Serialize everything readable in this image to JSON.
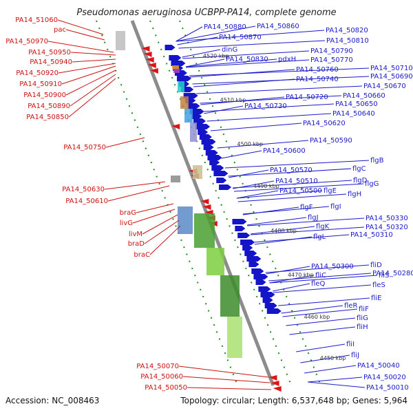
{
  "title": "Pseudomonas aeruginosa UCBPP-PA14, complete genome",
  "footer": {
    "accession": "Accession: NC_008463",
    "summary": "Topology: circular; Length: 6,537,648 bp; Genes: 5,964"
  },
  "colors": {
    "backbone": "#8c8c8c",
    "forward_strand": "#1414c8",
    "reverse_strand": "#e01414",
    "dotted_track": "#1a8a1a",
    "forward_label": "#1a1acc",
    "reverse_label": "#cc1111"
  },
  "kbp_labels": [
    "4520 kbp",
    "4510 kbp",
    "4500 kbp",
    "4490 kbp",
    "4480 kbp",
    "4470 kbp",
    "4460 kbp",
    "4450 kbp"
  ],
  "reverse_labels": [
    "PA14_51060",
    "pac",
    "PA14_50970",
    "PA14_50950",
    "PA14_50940",
    "PA14_50920",
    "PA14_50910",
    "PA14_50900",
    "PA14_50890",
    "PA14_50850",
    "PA14_50750",
    "PA14_50630",
    "PA14_50610",
    "braG",
    "livG",
    "livM",
    "braD",
    "braC",
    "PA14_50070",
    "PA14_50060",
    "PA14_50050"
  ],
  "forward_labels": [
    "PA14_50880",
    "PA14_50860",
    "PA14_50870",
    "PA14_50820",
    "PA14_50810",
    "dinG",
    "PA14_50790",
    "PA14_50830",
    "pdxH",
    "PA14_50770",
    "PA14_50760",
    "PA14_50710",
    "PA14_50740",
    "PA14_50690",
    "PA14_50670",
    "PA14_50720",
    "PA14_50660",
    "PA14_50730",
    "PA14_50650",
    "PA14_50640",
    "PA14_50620",
    "PA14_50590",
    "PA14_50600",
    "flgB",
    "flgC",
    "PA14_50570",
    "flgD",
    "PA14_50510",
    "flgG",
    "PA14_50500",
    "flgE",
    "flgH",
    "flgF",
    "flgI",
    "flgJ",
    "PA14_50330",
    "flgK",
    "PA14_50320",
    "flgL",
    "PA14_50310",
    "PA14_50300",
    "fliD",
    "fliC",
    "fliS",
    "fleQ",
    "PA14_50280",
    "fleS",
    "fliE",
    "fleR",
    "fliF",
    "fliG",
    "fliH",
    "fliI",
    "fliJ",
    "PA14_50040",
    "PA14_50020",
    "PA14_50010"
  ]
}
